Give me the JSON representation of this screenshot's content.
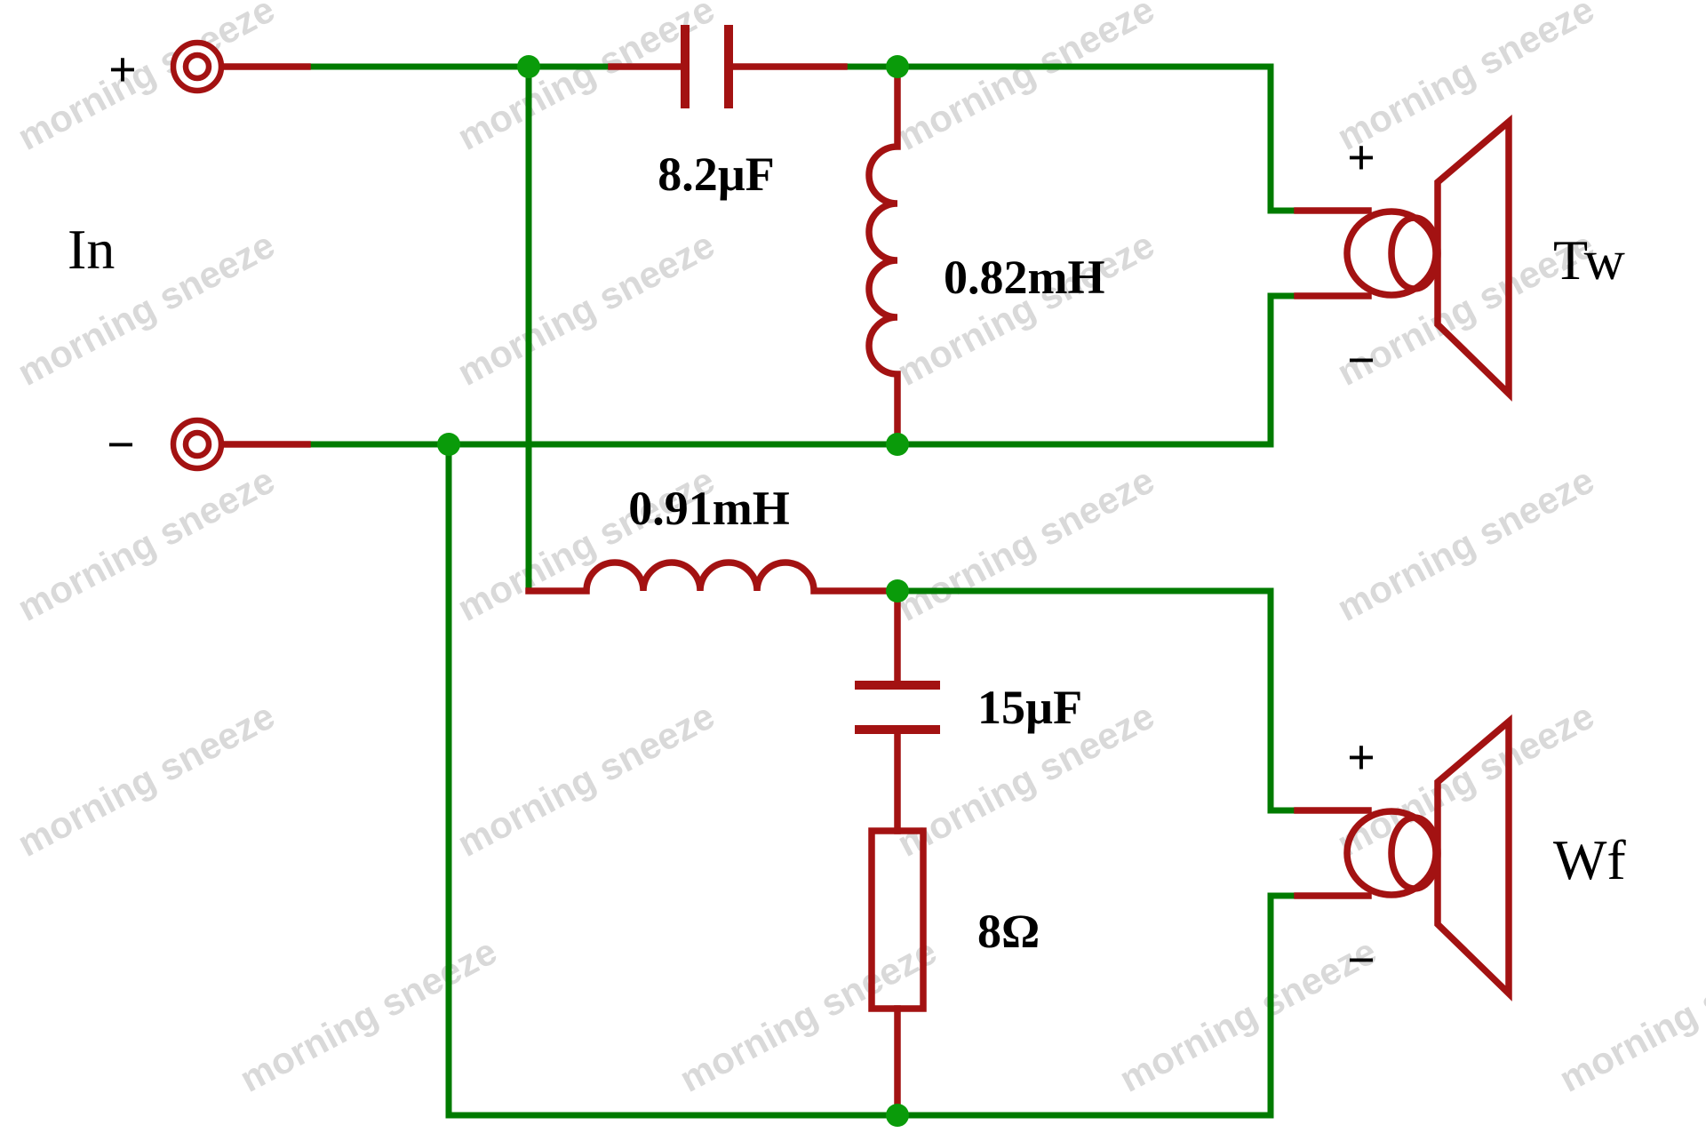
{
  "watermark": {
    "text": "morning sneeze"
  },
  "colors": {
    "wire": "#007b00",
    "component": "#a31212",
    "junction": "#0a9b0a",
    "text": "#000000",
    "watermark": "#d9d9d9",
    "bg": "#ffffff"
  },
  "input": {
    "label": "In",
    "plus_sign": "+",
    "minus_sign": "−"
  },
  "components": {
    "series_cap": {
      "value": "8.2µF"
    },
    "shunt_inductor": {
      "value": "0.82mH"
    },
    "series_inductor": {
      "value": "0.91mH"
    },
    "shunt_cap": {
      "value": "15µF"
    },
    "shunt_resistor": {
      "value": "8Ω"
    }
  },
  "tweeter": {
    "label": "Tw",
    "plus_sign": "+",
    "minus_sign": "−"
  },
  "woofer": {
    "label": "Wf",
    "plus_sign": "+",
    "minus_sign": "−"
  }
}
